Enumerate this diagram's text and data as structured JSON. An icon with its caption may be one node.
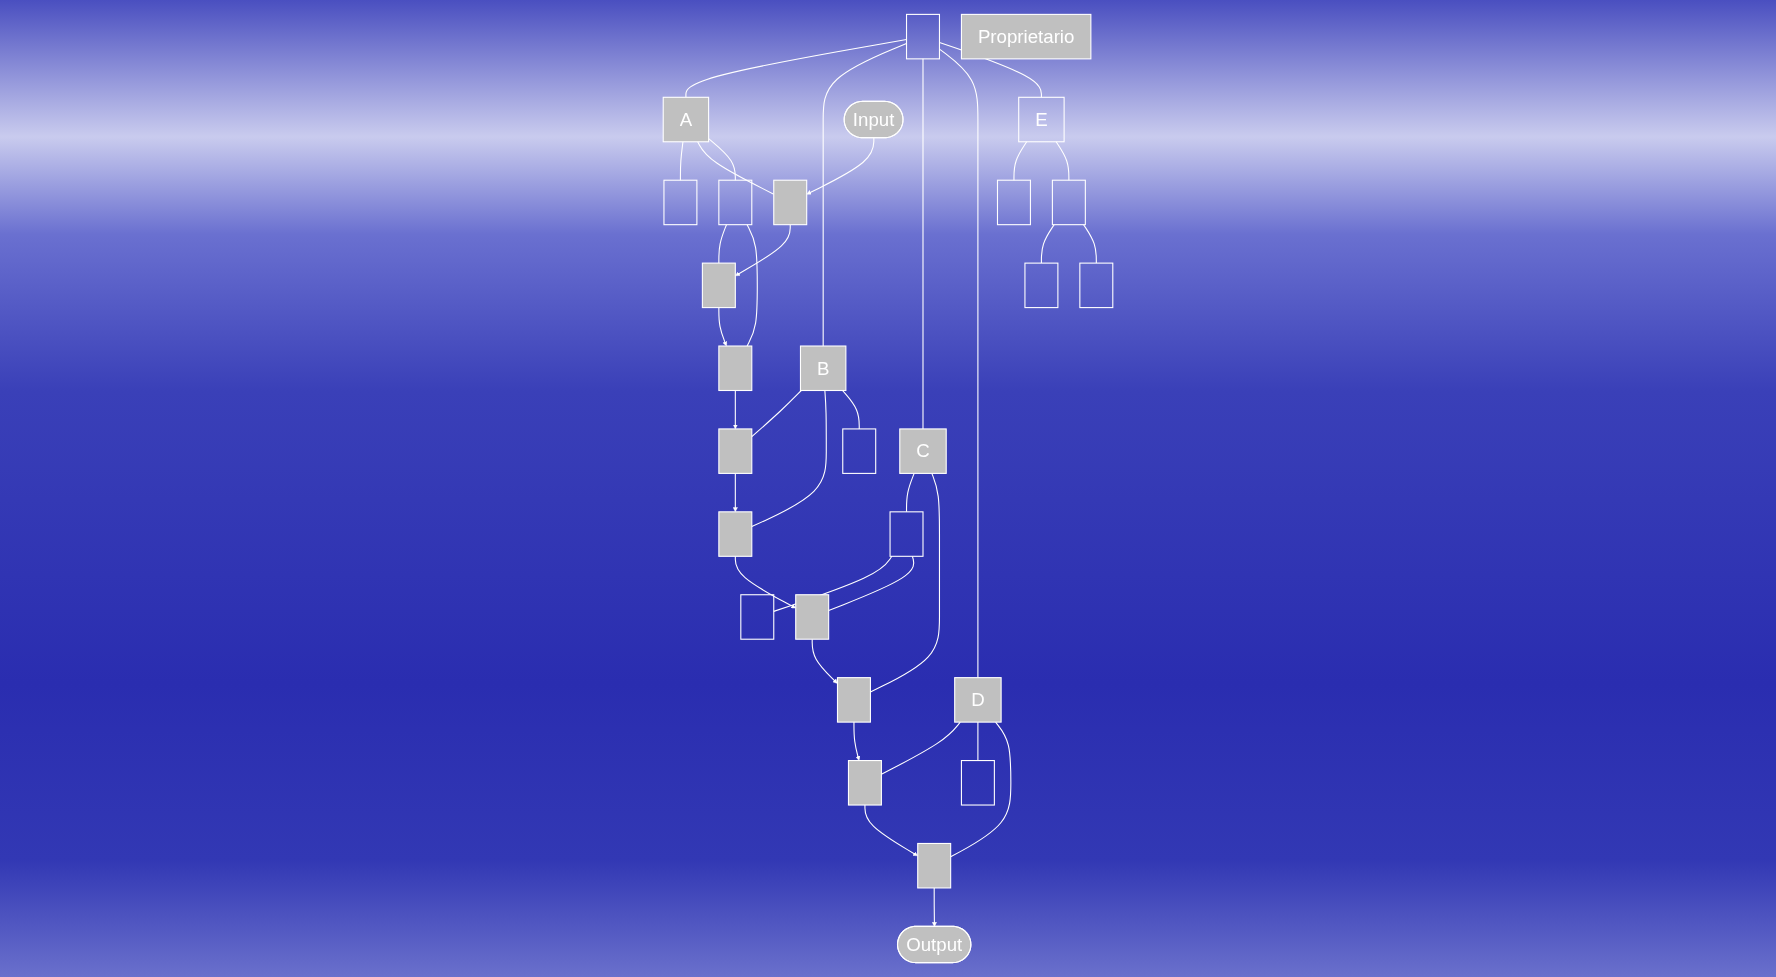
{
  "diagram": {
    "nodes": [
      {
        "text": [],
        "shape": "box"
      },
      {
        "text": [
          "A"
        ]
      },
      {
        "text": [
          "B"
        ]
      },
      {
        "text": [
          "C"
        ]
      },
      {
        "text": [
          "D"
        ]
      },
      {
        "text": [
          "E"
        ]
      },
      {
        "text": [],
        "shape": "box"
      },
      {
        "text": [],
        "shape": "box"
      },
      {
        "text": [],
        "shape": "box"
      },
      {
        "text": [],
        "shape": "box"
      },
      {
        "text": [],
        "shape": "box"
      },
      {
        "text": [],
        "shape": "box"
      },
      {
        "text": [],
        "shape": "box"
      },
      {
        "text": [],
        "shape": "box"
      },
      {
        "text": [],
        "shape": "box"
      },
      {
        "text": [],
        "shape": "box"
      },
      {
        "text": [],
        "shape": "box"
      },
      {
        "text": [],
        "shape": "box"
      },
      {
        "text": [],
        "shape": "box"
      },
      {
        "text": [],
        "shape": "box"
      },
      {
        "text": [],
        "shape": "box"
      },
      {
        "text": [],
        "shape": "box"
      },
      {
        "text": [],
        "shape": "box"
      },
      {
        "text": [],
        "shape": "box"
      },
      {
        "text": [],
        "shape": "box"
      },
      {
        "text": [
          "Input"
        ]
      },
      {
        "text": [
          "Proprietario"
        ]
      },
      {
        "text": [
          "Output"
        ]
      }
    ],
    "edges": [
      {
        "from": 0,
        "to": 1,
        "arrow": "none"
      },
      {
        "from": 0,
        "to": 2,
        "arrow": "none"
      },
      {
        "from": 0,
        "to": 3,
        "arrow": "none"
      },
      {
        "from": 0,
        "to": 4,
        "arrow": "none"
      },
      {
        "from": 0,
        "to": 5,
        "arrow": "none"
      },
      {
        "from": 1,
        "to": 7,
        "arrow": "none"
      },
      {
        "from": 1,
        "to": 8,
        "arrow": "none"
      },
      {
        "from": 1,
        "to": 9,
        "arrow": "none"
      },
      {
        "from": 2,
        "to": 10,
        "arrow": "none"
      },
      {
        "from": 2,
        "to": 11,
        "arrow": "none"
      },
      {
        "from": 2,
        "to": 12,
        "arrow": "none"
      },
      {
        "from": 3,
        "to": 6,
        "arrow": "none"
      },
      {
        "from": 3,
        "to": 15,
        "arrow": "none"
      },
      {
        "from": 6,
        "to": 13,
        "arrow": "none"
      },
      {
        "from": 6,
        "to": 14,
        "arrow": "none"
      },
      {
        "from": 4,
        "to": 16,
        "arrow": "none"
      },
      {
        "from": 4,
        "to": 17,
        "arrow": "none"
      },
      {
        "from": 4,
        "to": 18,
        "arrow": "none"
      },
      {
        "from": 5,
        "to": 19,
        "arrow": "none"
      },
      {
        "from": 5,
        "to": 20,
        "arrow": "none"
      },
      {
        "from": 9,
        "to": 21,
        "arrow": "none"
      },
      {
        "from": 9,
        "to": 22,
        "arrow": "none"
      },
      {
        "from": 20,
        "to": 23,
        "arrow": "none"
      },
      {
        "from": 20,
        "to": 24,
        "arrow": "none"
      },
      {
        "from": 25,
        "to": 8,
        "arrow": "to"
      },
      {
        "from": 8,
        "to": 21,
        "arrow": "to"
      },
      {
        "from": 21,
        "to": 22,
        "arrow": "to"
      },
      {
        "from": 22,
        "to": 10,
        "arrow": "to"
      },
      {
        "from": 10,
        "to": 11,
        "arrow": "to"
      },
      {
        "from": 11,
        "to": 14,
        "arrow": "to"
      },
      {
        "from": 14,
        "to": 15,
        "arrow": "to"
      },
      {
        "from": 15,
        "to": 16,
        "arrow": "to"
      },
      {
        "from": 16,
        "to": 18,
        "arrow": "to"
      },
      {
        "from": 18,
        "to": 27,
        "arrow": "to"
      }
    ]
  }
}
